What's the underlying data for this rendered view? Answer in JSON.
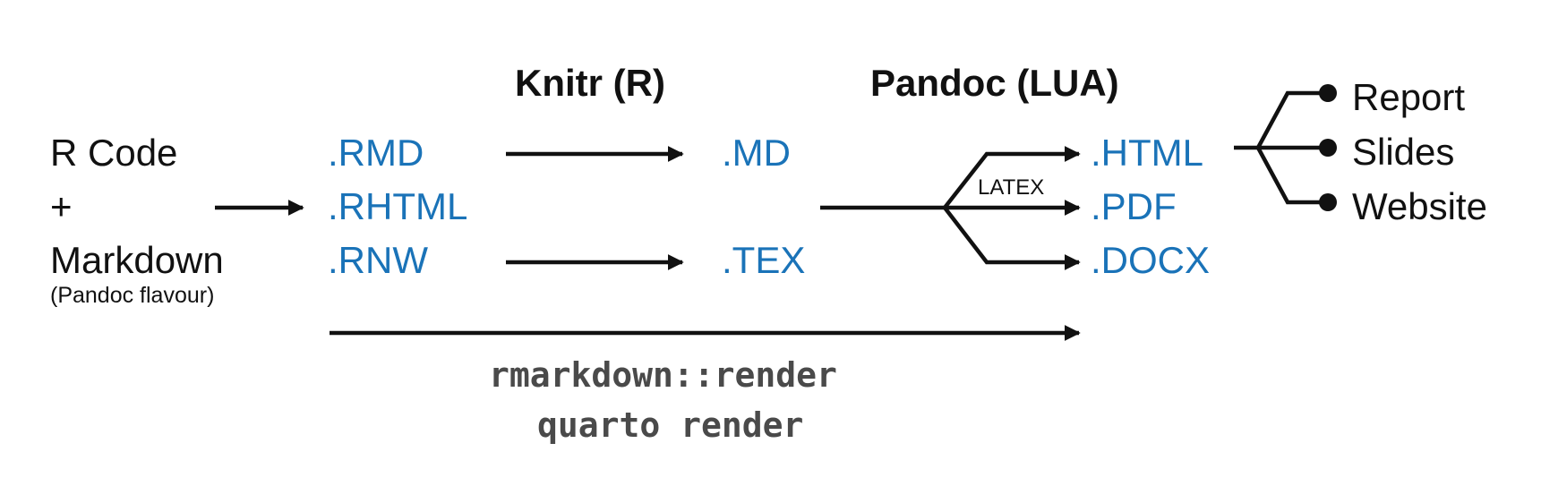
{
  "headers": {
    "knitr": "Knitr (R)",
    "pandoc": "Pandoc (LUA)"
  },
  "source": {
    "line1": "R Code",
    "line2": "+",
    "line3": "Markdown",
    "note": "(Pandoc flavour)"
  },
  "inputs": [
    ".RMD",
    ".RHTML",
    ".RNW"
  ],
  "intermediates": [
    ".MD",
    ".TEX"
  ],
  "outputs": [
    ".HTML",
    ".PDF",
    ".DOCX"
  ],
  "latex_label": "LATEX",
  "products": [
    "Report",
    "Slides",
    "Website"
  ],
  "commands": [
    "rmarkdown::render",
    "quarto render"
  ],
  "colors": {
    "format": "#1a73b8",
    "text": "#111111",
    "command": "#4a4a4a",
    "line": "#111111"
  }
}
